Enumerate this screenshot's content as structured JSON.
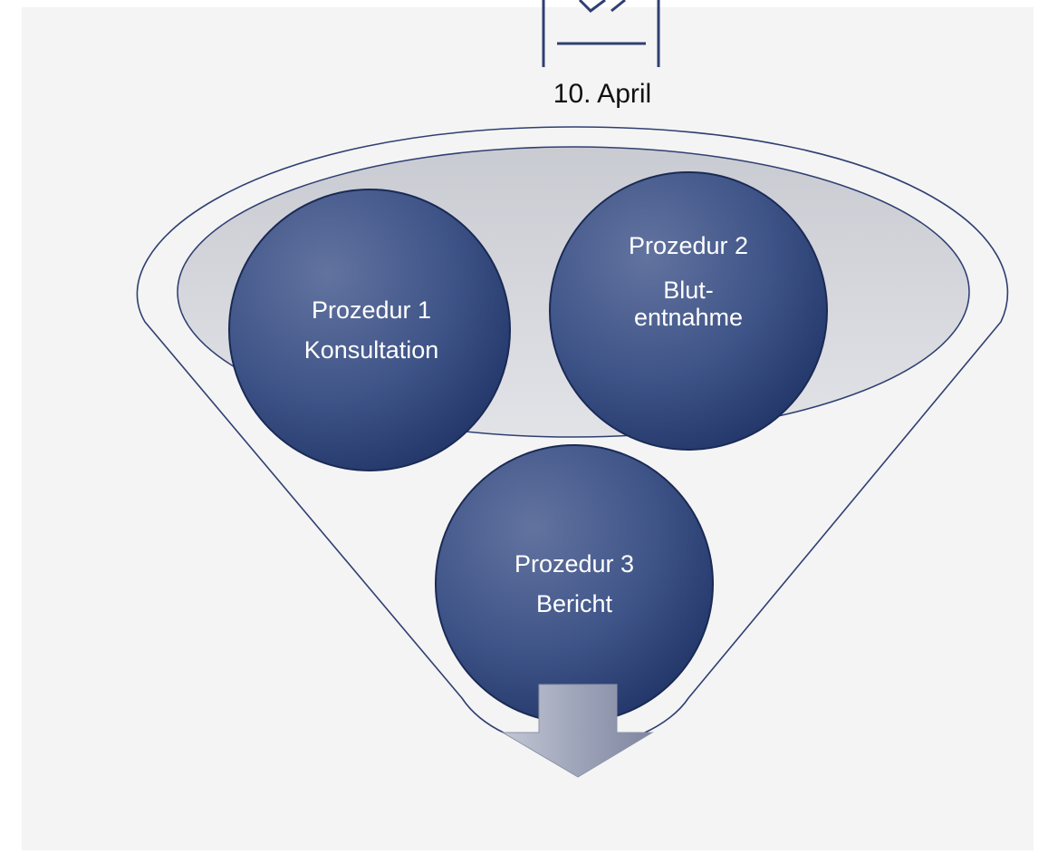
{
  "date": {
    "label": "10. April",
    "icon": "calendar-icon"
  },
  "procedures": [
    {
      "title": "Prozedur 1",
      "detail": "Konsultation"
    },
    {
      "title": "Prozedur 2",
      "detail_line1": "Blut-",
      "detail_line2": "entnahme"
    },
    {
      "title": "Prozedur 3",
      "detail": "Bericht"
    }
  ],
  "output": {
    "icon": "arrow-down-icon"
  },
  "colors": {
    "background_panel": "#f4f4f4",
    "outline": "#2f3f72",
    "circle_fill_light": "#5a6ea3",
    "circle_fill_dark": "#223a6e",
    "ellipse_fill": "#dfe0e4",
    "arrow_fill": "#9ba1b6"
  }
}
